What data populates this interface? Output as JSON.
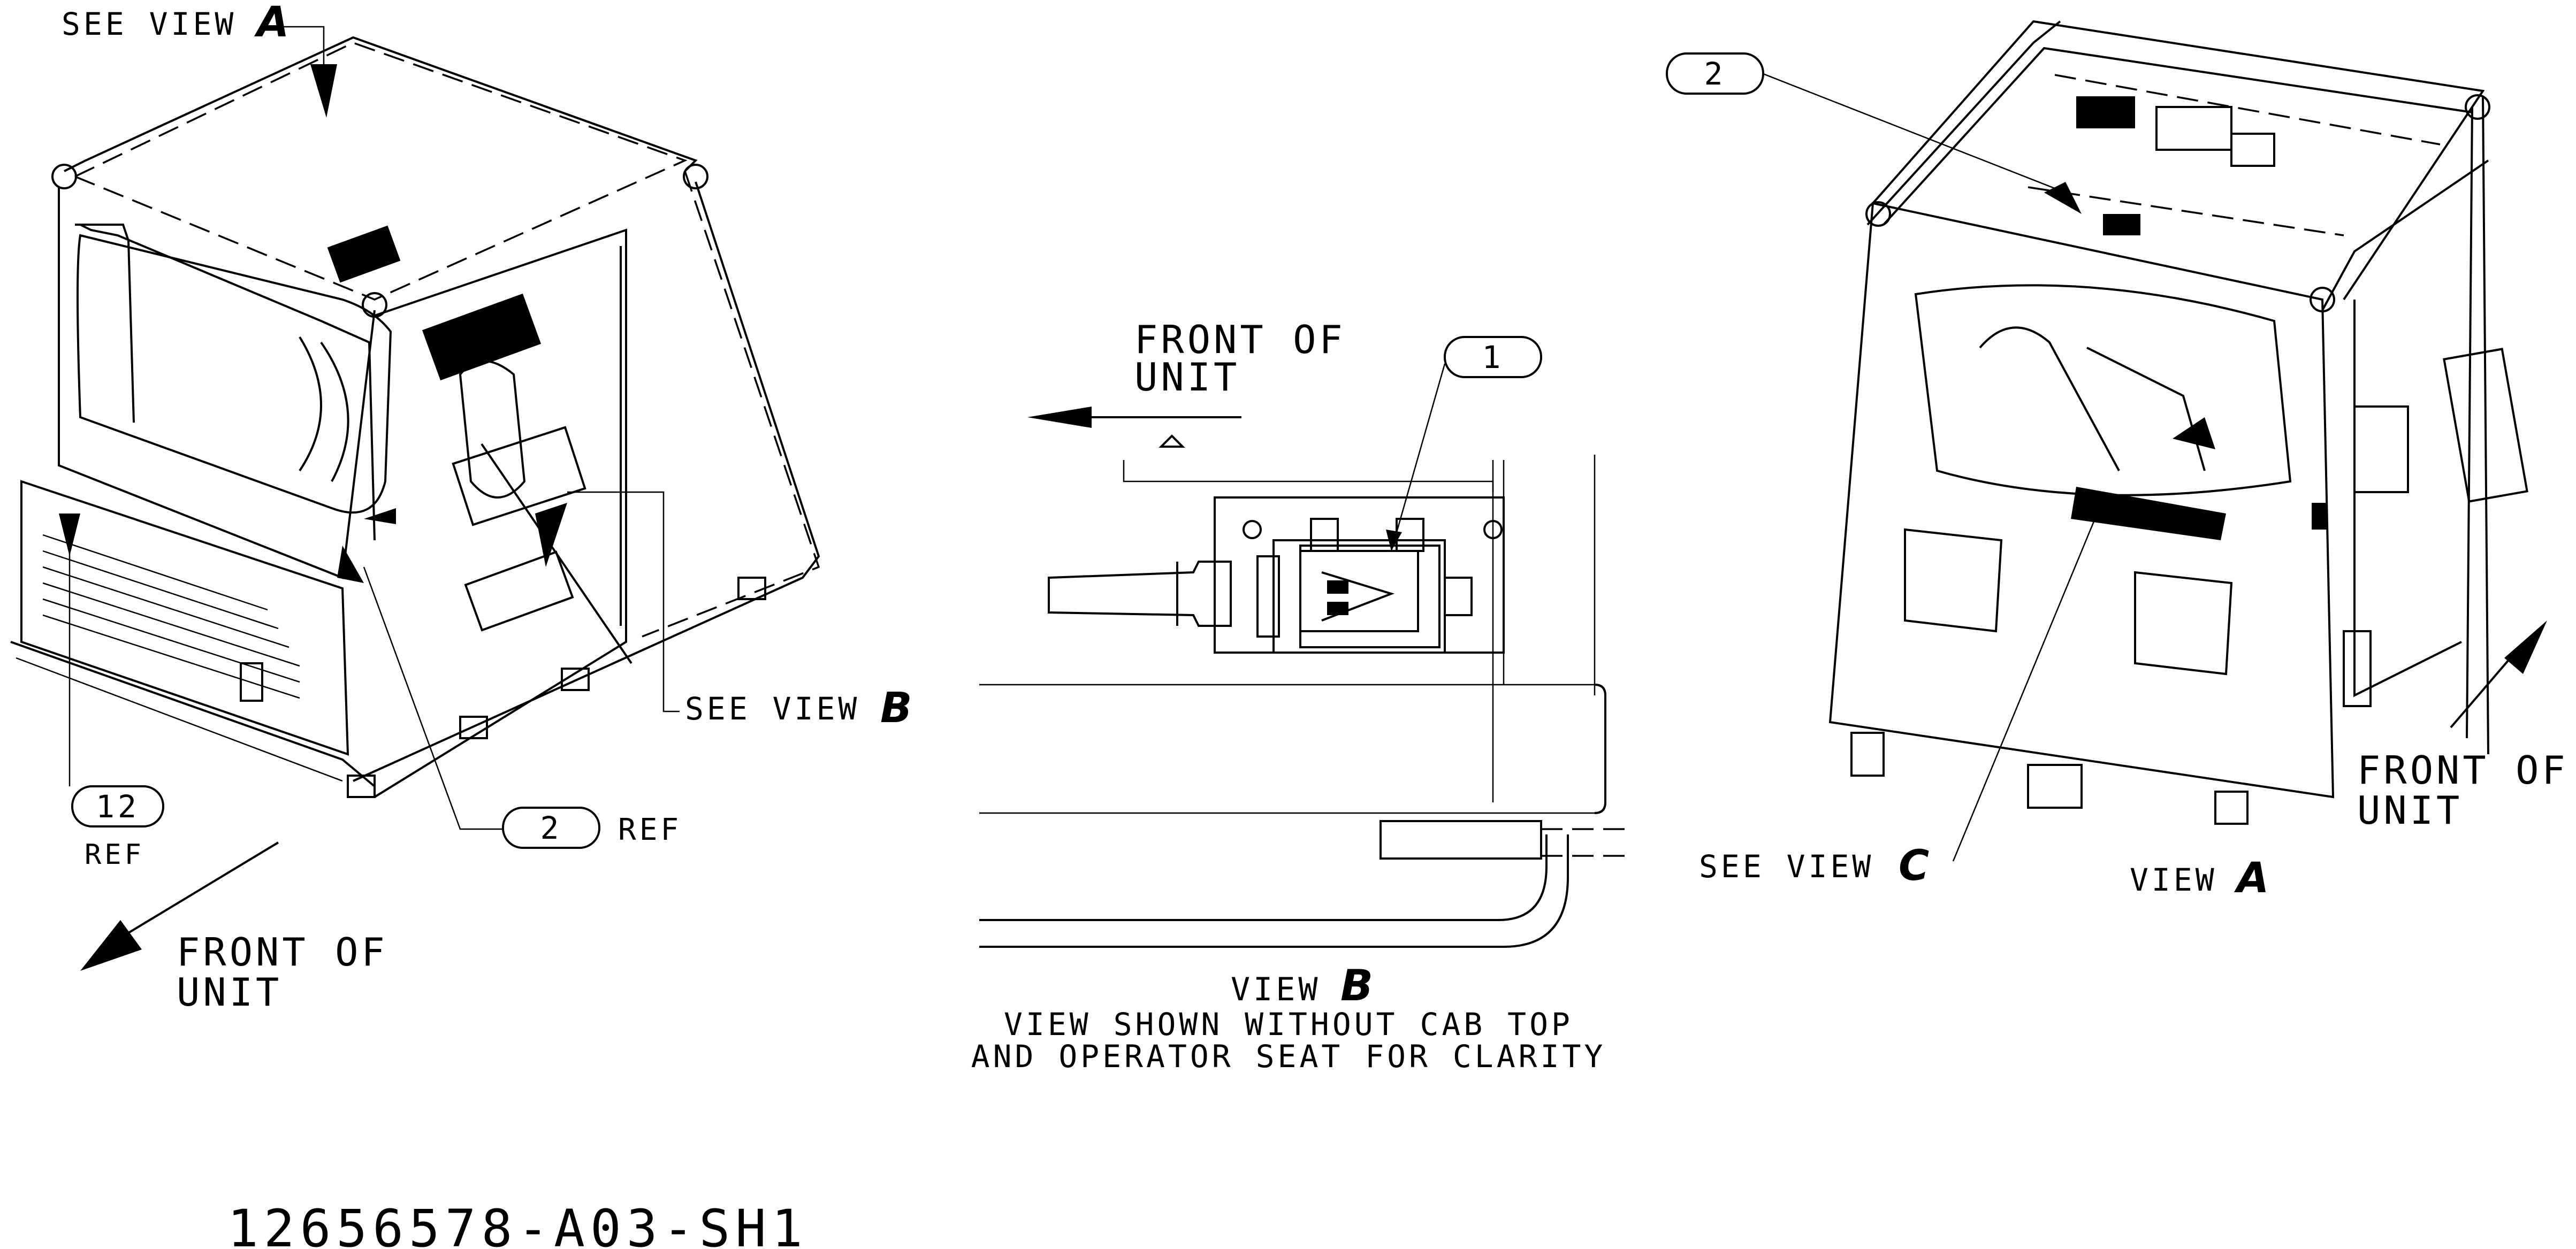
{
  "drawing_number": "12656578-A03-SH1",
  "view_a_ref": {
    "prefix": "SEE VIEW",
    "letter": "A"
  },
  "view_b_ref": {
    "prefix": "SEE VIEW",
    "letter": "B"
  },
  "view_c_ref": {
    "prefix": "SEE VIEW",
    "letter": "C"
  },
  "front_of_unit": {
    "line1": "FRONT OF",
    "line2": "UNIT"
  },
  "balloons": {
    "left_12": "12",
    "left_12_ref": "REF",
    "left_2": "2",
    "left_2_ref": "REF",
    "view_b_1": "1",
    "view_a_2": "2"
  },
  "view_b_caption": {
    "title_prefix": "VIEW",
    "title_letter": "B",
    "note_line1": "VIEW SHOWN WITHOUT CAB TOP",
    "note_line2": "AND OPERATOR SEAT FOR CLARITY"
  },
  "view_a_caption": {
    "prefix": "VIEW",
    "letter": "A"
  }
}
